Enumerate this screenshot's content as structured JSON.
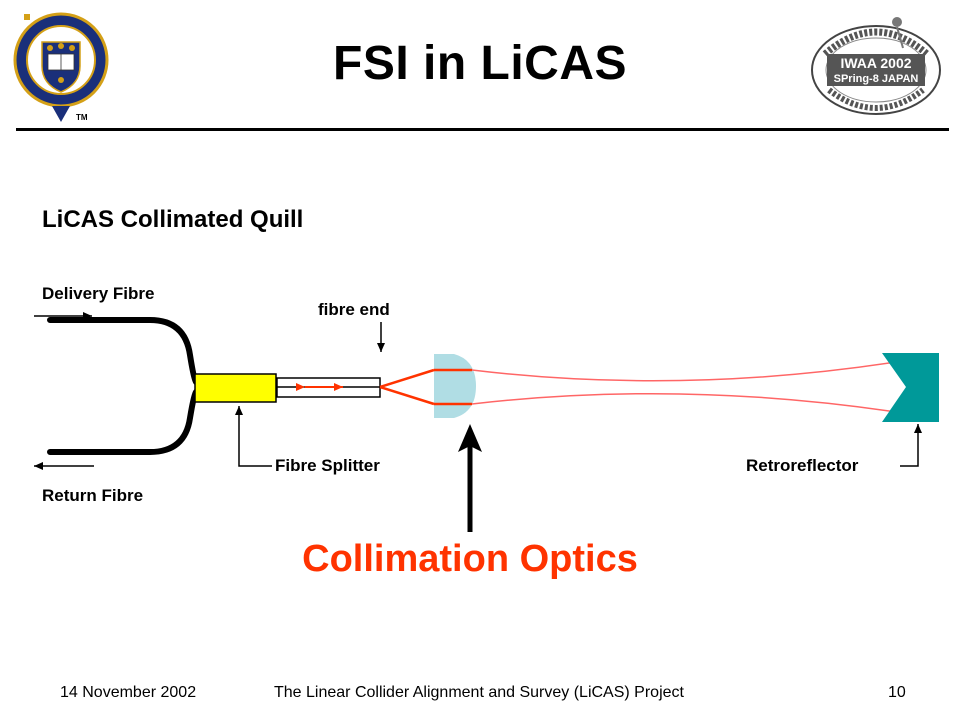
{
  "slide": {
    "title": "FSI in LiCAS",
    "subtitle": "LiCAS Collimated Quill",
    "colors": {
      "accent": "#ff3300",
      "splitter": "#ffff00",
      "lens": "#b0dde4",
      "retroreflector": "#009999",
      "beam": "#ff3300"
    }
  },
  "diagram": {
    "delivery_fibre": "Delivery Fibre",
    "return_fibre": "Return Fibre",
    "fibre_end": "fibre end",
    "fibre_splitter": "Fibre Splitter",
    "retroreflector": "Retroreflector",
    "callout": "Collimation Optics"
  },
  "footer": {
    "date": "14 November 2002",
    "project": "The Linear Collider Alignment and Survey (LiCAS)  Project",
    "page": "10"
  },
  "logos": {
    "left_icon": "oxford-crest-icon",
    "right_icon": "iwaa-2002-logo-icon"
  }
}
